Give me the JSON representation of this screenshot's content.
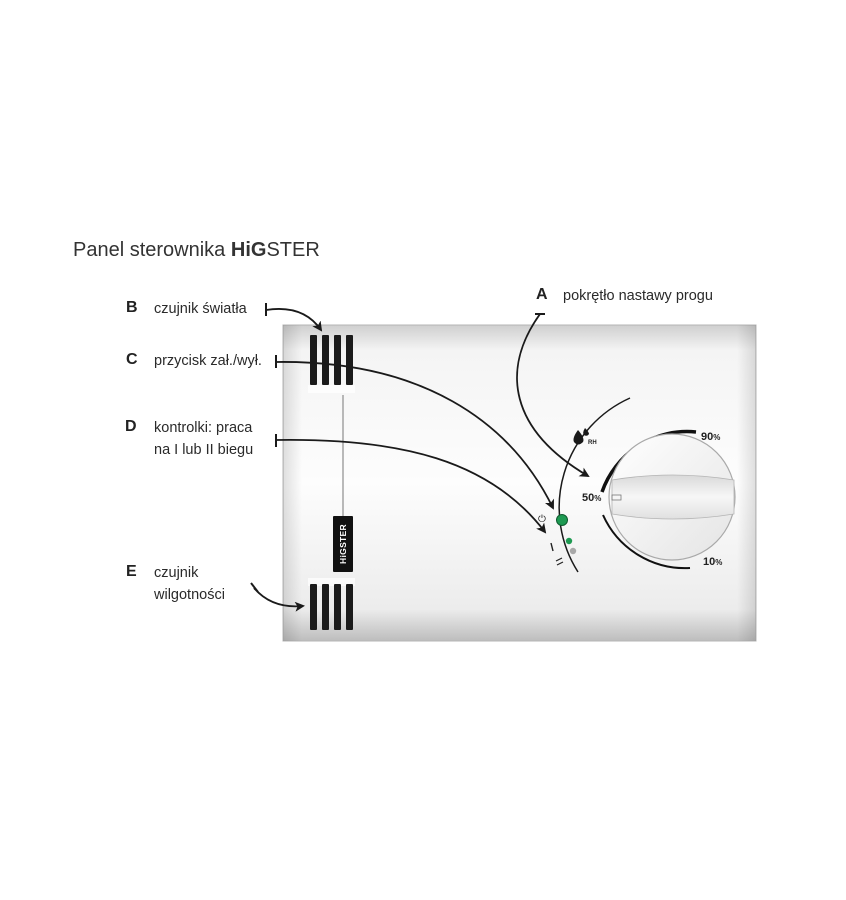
{
  "title": {
    "prefix": "Panel sterownika ",
    "brand_hig": "HiG",
    "brand_ster": "STER"
  },
  "callouts": [
    {
      "id": "A",
      "letter": "A",
      "text": "pokrętło nastawy progu"
    },
    {
      "id": "B",
      "letter": "B",
      "text": "czujnik światła"
    },
    {
      "id": "C",
      "letter": "C",
      "text": "przycisk zał./wył."
    },
    {
      "id": "D",
      "letter": "D",
      "line1": "kontrolki: praca",
      "line2": "na I lub II biegu"
    },
    {
      "id": "E",
      "letter": "E",
      "line1": "czujnik",
      "line2": "wilgotności"
    }
  ],
  "device": {
    "brand_label": "HiGSTER",
    "dial": {
      "label_max": "90",
      "label_mid": "50",
      "label_min": "10",
      "unit": "%",
      "rh_label": "RH"
    },
    "indicators": {
      "power_symbol": "⏻",
      "speed_1": "I",
      "speed_2": "II",
      "power_led_color": "#1e9a52",
      "speed1_led_color": "#1e9a52",
      "speed2_led_color": "#a9a9a9"
    },
    "colors": {
      "panel_light": "#fafafa",
      "panel_dark": "#cfcfcf",
      "vent": "#1b1b1b"
    }
  }
}
